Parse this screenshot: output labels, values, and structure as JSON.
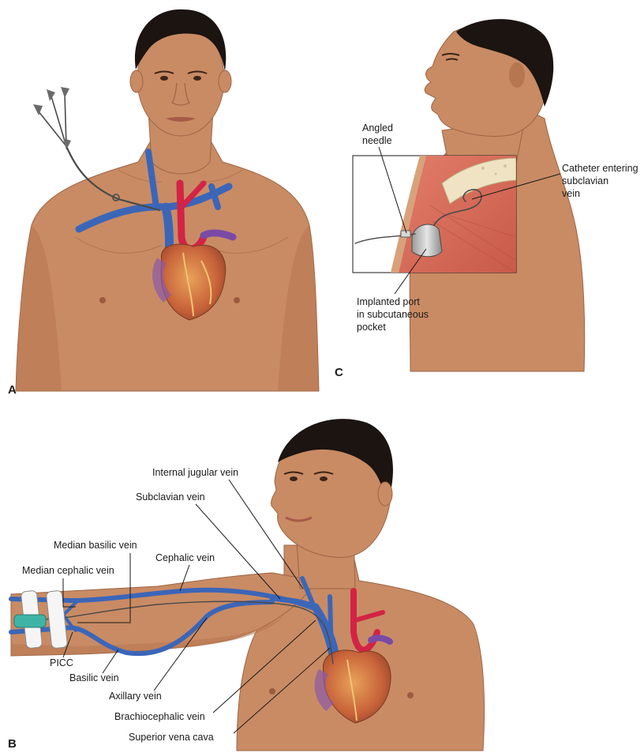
{
  "panels": {
    "a": {
      "letter": "A"
    },
    "b": {
      "letter": "B"
    },
    "c": {
      "letter": "C"
    }
  },
  "labels_c": {
    "angled_needle_line1": "Angled",
    "angled_needle_line2": "needle",
    "catheter_line1": "Catheter entering",
    "catheter_line2": "subclavian",
    "catheter_line3": "vein",
    "port_line1": "Implanted port",
    "port_line2": "in subcutaneous",
    "port_line3": "pocket"
  },
  "labels_b": {
    "internal_jugular": "Internal jugular vein",
    "subclavian": "Subclavian vein",
    "median_basilic": "Median basilic vein",
    "cephalic": "Cephalic vein",
    "median_cephalic": "Median cephalic vein",
    "picc": "PICC",
    "basilic": "Basilic vein",
    "axillary": "Axillary vein",
    "brachiocephalic": "Brachiocephalic vein",
    "superior_vena_cava": "Superior vena cava"
  },
  "colors": {
    "skin": "#c98b64",
    "vein": "#3b66b8",
    "artery": "#d32346",
    "muscle": "#d9705e",
    "bone": "#efe3c4"
  }
}
